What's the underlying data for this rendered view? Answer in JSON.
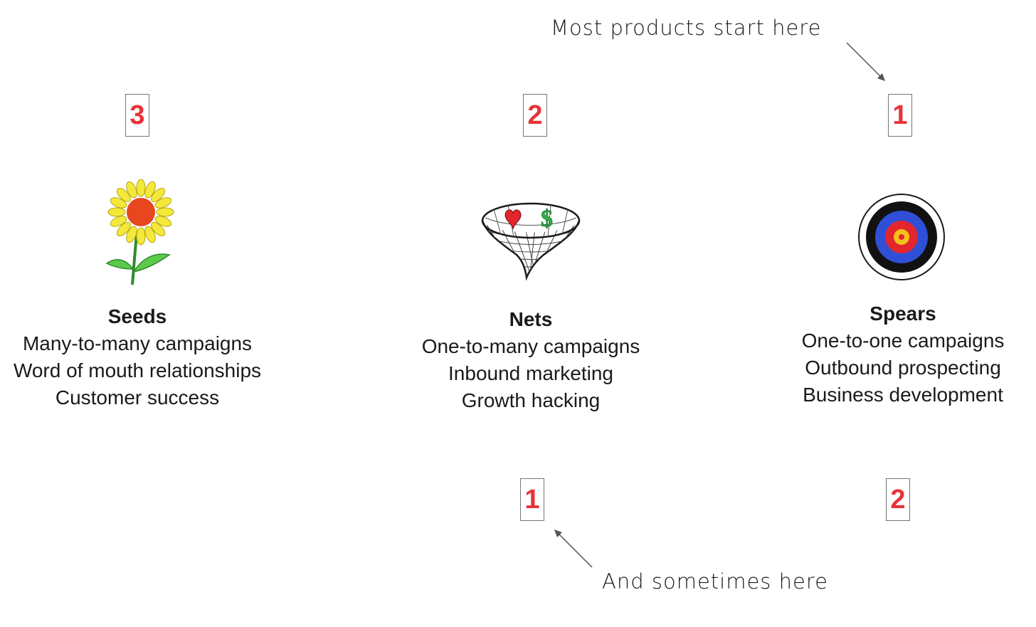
{
  "top_note": "Most products start here",
  "bottom_note": "And sometimes here",
  "accent_color": "#e8333a",
  "columns": [
    {
      "icon": "sunflower-icon",
      "title": "Seeds",
      "lines": [
        "Many-to-many campaigns",
        "Word of mouth relationships",
        "Customer success"
      ],
      "rank_top": "3",
      "rank_bottom": ""
    },
    {
      "icon": "net-icon",
      "title": "Nets",
      "lines": [
        "One-to-many campaigns",
        "Inbound marketing",
        "Growth hacking"
      ],
      "rank_top": "2",
      "rank_bottom": "1"
    },
    {
      "icon": "target-icon",
      "title": "Spears",
      "lines": [
        "One-to-one campaigns",
        "Outbound prospecting",
        "Business development"
      ],
      "rank_top": "1",
      "rank_bottom": "2"
    }
  ]
}
